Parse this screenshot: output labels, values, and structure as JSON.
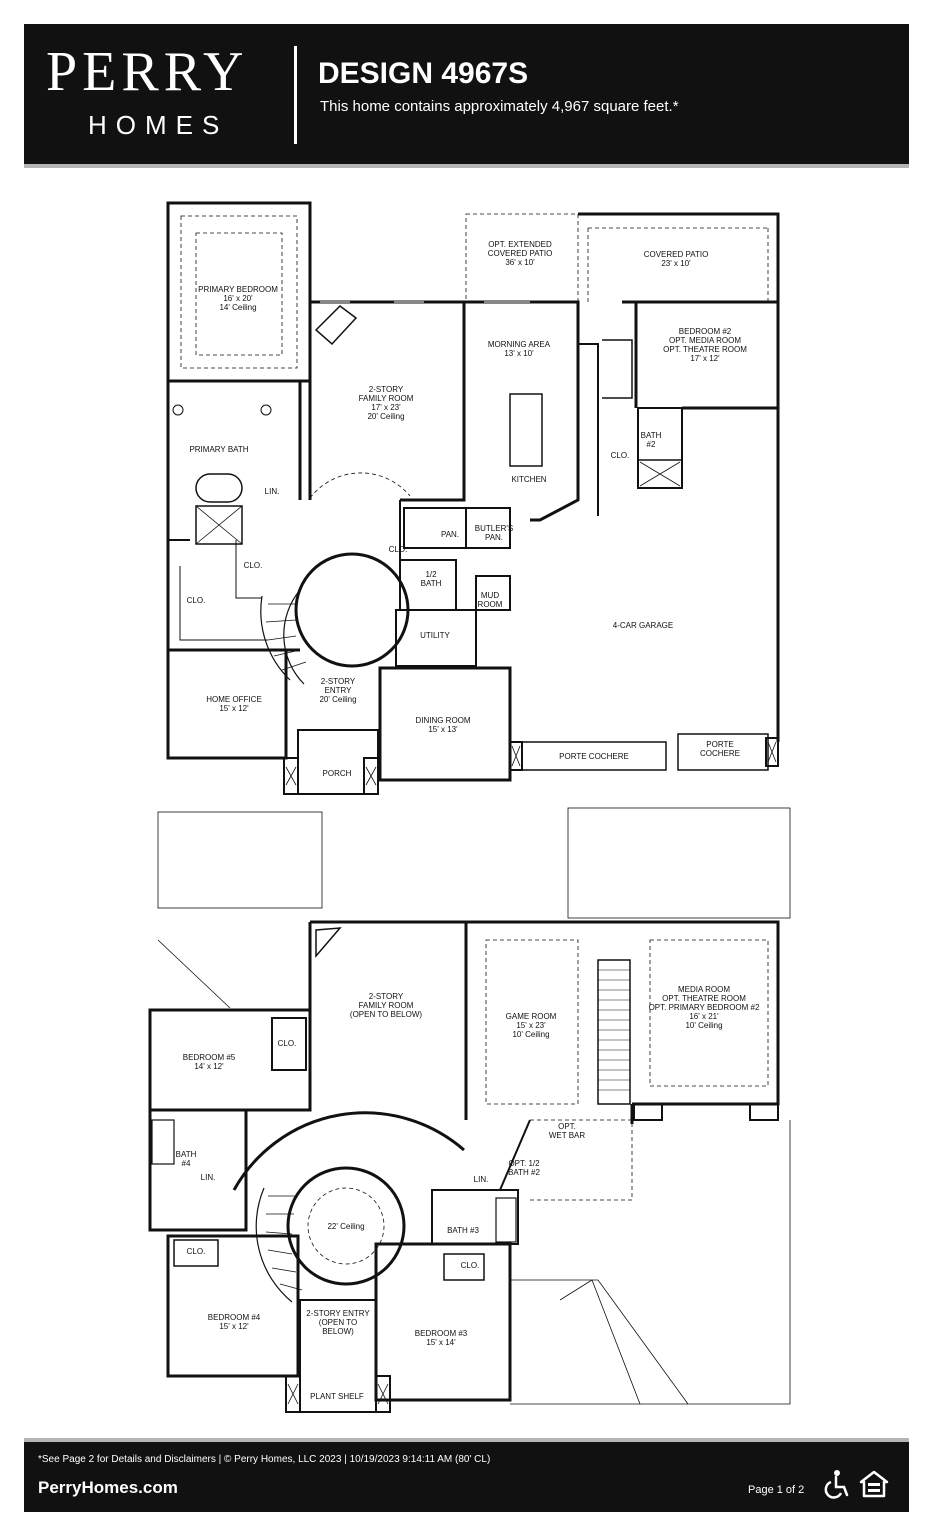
{
  "brand": {
    "name_top": "PERRY",
    "name_bottom": "HOMES"
  },
  "design": {
    "title": "DESIGN 4967S",
    "subtitle": "This home contains approximately 4,967 square feet.*"
  },
  "first_floor": {
    "primary_bedroom": [
      "PRIMARY BEDROOM",
      "16' x 20'",
      "14' Ceiling"
    ],
    "primary_bath": "PRIMARY BATH",
    "clo_primary_1": "CLO.",
    "clo_primary_2": "CLO.",
    "lin": "LIN.",
    "home_office": [
      "HOME OFFICE",
      "15' x 12'"
    ],
    "opt_extended_patio": [
      "OPT. EXTENDED",
      "COVERED PATIO",
      "36' x 10'"
    ],
    "covered_patio": [
      "COVERED PATIO",
      "23' x 10'"
    ],
    "family_room": [
      "2-STORY",
      "FAMILY ROOM",
      "17' x 23'",
      "20' Ceiling"
    ],
    "morning_area": [
      "MORNING AREA",
      "13' x 10'"
    ],
    "kitchen": "KITCHEN",
    "bedroom2": [
      "BEDROOM #2",
      "OPT. MEDIA ROOM",
      "OPT. THEATRE ROOM",
      "17' x 12'"
    ],
    "bath2": [
      "BATH",
      "#2"
    ],
    "clo_bed2": "CLO.",
    "pan": "PAN.",
    "butlers_pan": [
      "BUTLER'S",
      "PAN."
    ],
    "clo_entry": "CLO.",
    "half_bath": [
      "1/2",
      "BATH"
    ],
    "mud_room": [
      "MUD",
      "ROOM"
    ],
    "utility": "UTILITY",
    "garage": "4-CAR GARAGE",
    "entry": [
      "2-STORY",
      "ENTRY",
      "20' Ceiling"
    ],
    "dining": [
      "DINING ROOM",
      "15' x 13'"
    ],
    "porch": "PORCH",
    "porte_cochere_1": "PORTE COCHERE",
    "porte_cochere_2": [
      "PORTE",
      "COCHERE"
    ]
  },
  "second_floor": {
    "family_room": [
      "2-STORY",
      "FAMILY ROOM",
      "(OPEN TO BELOW)"
    ],
    "game_room": [
      "GAME ROOM",
      "15' x 23'",
      "10' Ceiling"
    ],
    "media_room": [
      "MEDIA ROOM",
      "OPT. THEATRE ROOM",
      "OPT. PRIMARY BEDROOM #2",
      "16' x 21'",
      "10' Ceiling"
    ],
    "bedroom5": [
      "BEDROOM #5",
      "14' x 12'"
    ],
    "clo_bed5": "CLO.",
    "bath4": [
      "BATH",
      "#4"
    ],
    "lin": "LIN.",
    "opt_wet_bar": [
      "OPT.",
      "WET BAR"
    ],
    "opt_half_bath2": [
      "OPT. 1/2",
      "BATH #2"
    ],
    "lin2": "LIN.",
    "bath3": "BATH #3",
    "ceiling_22": "22' Ceiling",
    "clo_bed4": "CLO.",
    "bedroom4": [
      "BEDROOM #4",
      "15' x 12'"
    ],
    "entry_open": [
      "2-STORY ENTRY",
      "(OPEN TO",
      "BELOW)"
    ],
    "clo_bed3": "CLO.",
    "bedroom3": [
      "BEDROOM #3",
      "15' x 14'"
    ],
    "plant_shelf": "PLANT SHELF"
  },
  "footer": {
    "note": "*See Page 2 for Details and Disclaimers  |  © Perry Homes, LLC 2023  |  10/19/2023 9:14:11 AM  (80' CL)",
    "url": "PerryHomes.com",
    "page": "Page 1 of 2",
    "icons": [
      "accessibility-icon",
      "equal-housing-icon"
    ]
  }
}
